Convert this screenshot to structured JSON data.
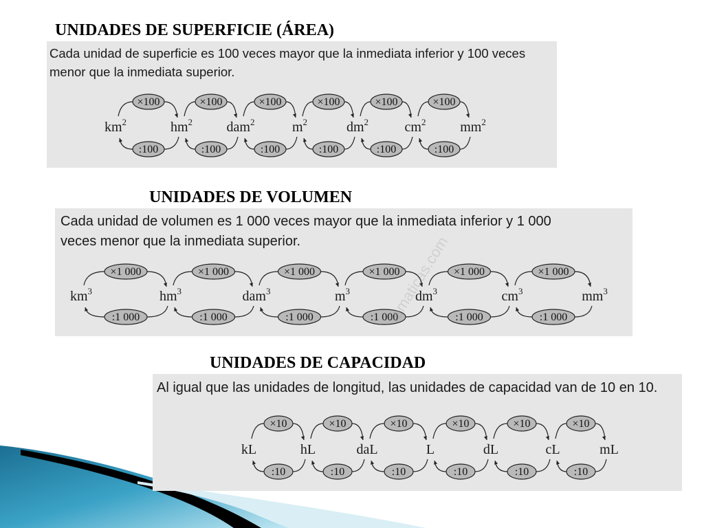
{
  "sections": [
    {
      "heading": "UNIDADES DE SUPERFICIE (ÁREA)",
      "description_lines": [
        "Cada unidad de superficie es 100 veces mayor que la inmediata inferior y 100 veces",
        "menor que la inmediata superior."
      ],
      "units": [
        {
          "base": "km",
          "exp": "2"
        },
        {
          "base": "hm",
          "exp": "2"
        },
        {
          "base": "dam",
          "exp": "2"
        },
        {
          "base": "m",
          "exp": "2"
        },
        {
          "base": "dm",
          "exp": "2"
        },
        {
          "base": "cm",
          "exp": "2"
        },
        {
          "base": "mm",
          "exp": "2"
        }
      ],
      "multiply_label": "×100",
      "divide_label": ":100"
    },
    {
      "heading": "UNIDADES DE VOLUMEN",
      "description_lines": [
        "Cada unidad de volumen es 1 000 veces mayor que la inmediata inferior y 1 000",
        "veces menor que la inmediata superior."
      ],
      "units": [
        {
          "base": "km",
          "exp": "3"
        },
        {
          "base": "hm",
          "exp": "3"
        },
        {
          "base": "dam",
          "exp": "3"
        },
        {
          "base": "m",
          "exp": "3"
        },
        {
          "base": "dm",
          "exp": "3"
        },
        {
          "base": "cm",
          "exp": "3"
        },
        {
          "base": "mm",
          "exp": "3"
        }
      ],
      "multiply_label": "×1 000",
      "divide_label": ":1 000"
    },
    {
      "heading": "UNIDADES DE CAPACIDAD",
      "description_lines": [
        "Al igual que las unidades de longitud, las unidades de capacidad van de 10 en 10."
      ],
      "units": [
        {
          "base": "kL",
          "exp": ""
        },
        {
          "base": "hL",
          "exp": ""
        },
        {
          "base": "daL",
          "exp": ""
        },
        {
          "base": "L",
          "exp": ""
        },
        {
          "base": "dL",
          "exp": ""
        },
        {
          "base": "cL",
          "exp": ""
        },
        {
          "base": "mL",
          "exp": ""
        }
      ],
      "multiply_label": "×10",
      "divide_label": ":10"
    }
  ],
  "watermark": "tematicas.com",
  "colors": {
    "panel_bg": "#e6e6e6",
    "oval_fill": "#b9b9b9",
    "decor_blue": "#2b8fb5",
    "decor_black": "#000000"
  }
}
